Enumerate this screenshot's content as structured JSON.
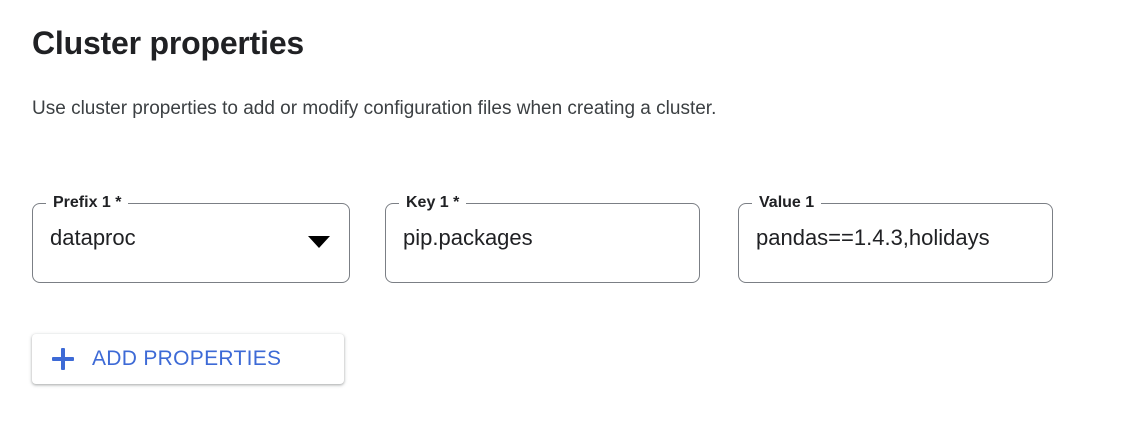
{
  "section": {
    "title": "Cluster properties",
    "description": "Use cluster properties to add or modify configuration files when creating a cluster."
  },
  "fields": [
    {
      "name": "prefix",
      "label": "Prefix 1 *",
      "value": "dataproc",
      "placeholder": "",
      "control": "select",
      "icon": "chevron-down-icon"
    },
    {
      "name": "key",
      "label": "Key 1 *",
      "value": "pip.packages",
      "placeholder": "",
      "control": "text"
    },
    {
      "name": "value",
      "label": "Value 1",
      "value": "pandas==1.4.3,holidays",
      "placeholder": "",
      "control": "text"
    }
  ],
  "actions": {
    "add_properties_label": "ADD PROPERTIES",
    "add_properties_icon": "plus-icon"
  },
  "colors": {
    "accent_blue": "#3d6ad6",
    "text_primary": "#202124",
    "text_secondary": "#3c4043",
    "field_border": "#7b7f85",
    "background": "#ffffff"
  }
}
